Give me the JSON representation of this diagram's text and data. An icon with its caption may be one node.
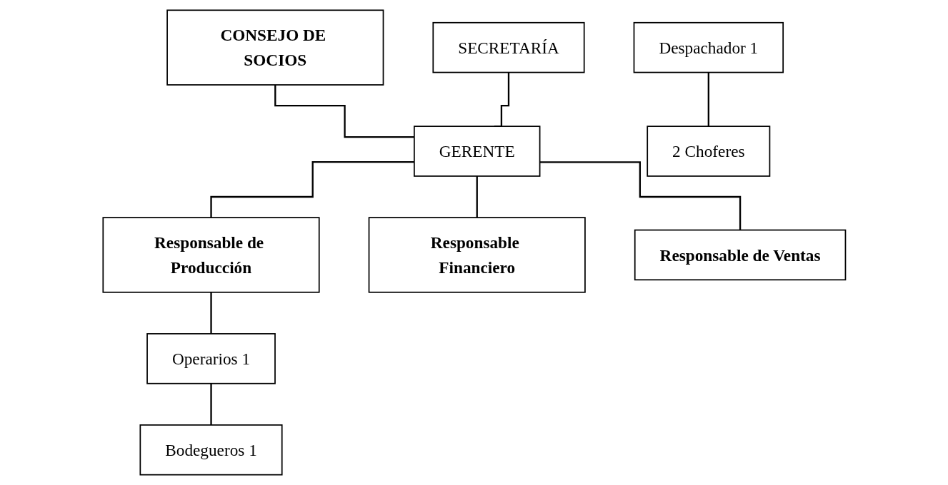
{
  "diagram": {
    "nodes": [
      {
        "text": [
          "CONSEJO DE SOCIOS"
        ]
      },
      {
        "text": [
          "GERENTE"
        ]
      },
      {
        "text": [
          "SECRETARÍA"
        ]
      },
      {
        "text": [
          "Responsable de Producción"
        ]
      },
      {
        "text": [
          "Responsable Financiero"
        ]
      },
      {
        "text": [
          "Responsable de Ventas"
        ]
      },
      {
        "text": [
          "Operarios 1"
        ]
      },
      {
        "text": [
          "Bodegueros 1"
        ]
      },
      {
        "text": [
          "Despachador 1"
        ]
      },
      {
        "text": [
          "2 Choferes"
        ]
      }
    ],
    "edges": [
      {
        "from": 0,
        "to": 1,
        "arrow": "none"
      },
      {
        "from": 2,
        "to": 1,
        "arrow": "none"
      },
      {
        "from": 1,
        "to": 3,
        "arrow": "none"
      },
      {
        "from": 1,
        "to": 4,
        "arrow": "none"
      },
      {
        "from": 1,
        "to": 5,
        "arrow": "none"
      },
      {
        "from": 3,
        "to": 6,
        "arrow": "none"
      },
      {
        "from": 6,
        "to": 7,
        "arrow": "none"
      },
      {
        "from": 8,
        "to": 9,
        "arrow": "none"
      }
    ]
  }
}
